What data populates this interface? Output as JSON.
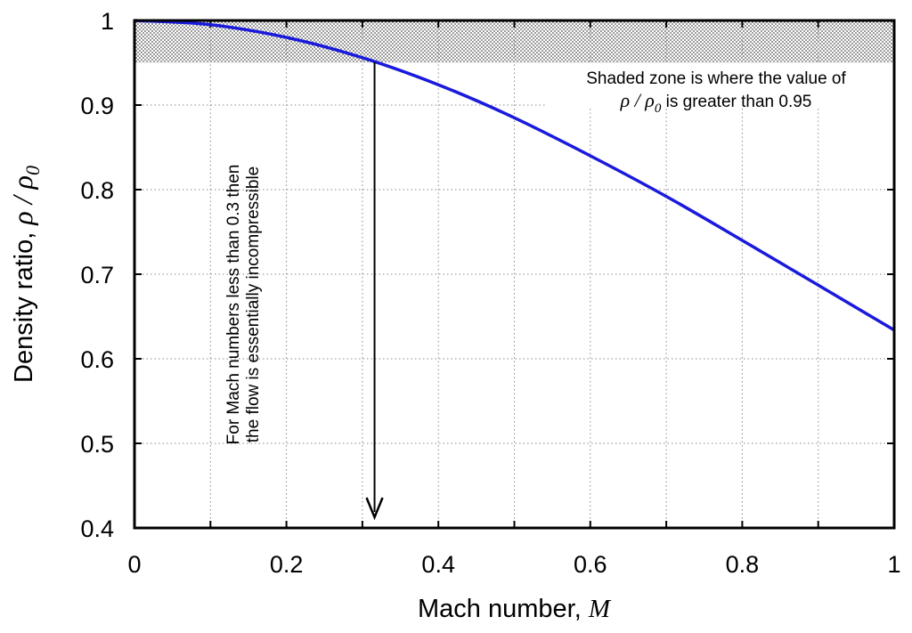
{
  "chart_data": {
    "type": "line",
    "title": "",
    "xlabel": "Mach number, M",
    "xlabel_text": "Mach number, ",
    "xlabel_symbol": "M",
    "ylabel_text": "Density ratio, ",
    "ylabel_symbol": "ρ / ρ",
    "ylabel_subscript": "0",
    "xlim": [
      0,
      1
    ],
    "ylim": [
      0.4,
      1
    ],
    "x_ticks": [
      0,
      0.1,
      0.2,
      0.3,
      0.4,
      0.5,
      0.6,
      0.7,
      0.8,
      0.9,
      1
    ],
    "x_tick_labels": [
      "0",
      "0.2",
      "0.4",
      "0.6",
      "0.8",
      "1"
    ],
    "x_tick_label_values": [
      0,
      0.2,
      0.4,
      0.6,
      0.8,
      1
    ],
    "y_ticks": [
      0.4,
      0.5,
      0.6,
      0.7,
      0.8,
      0.9,
      1
    ],
    "y_tick_labels": [
      "0.4",
      "0.5",
      "0.6",
      "0.7",
      "0.8",
      "0.9",
      "1"
    ],
    "grid": true,
    "shaded_region": {
      "y_from": 0.95,
      "y_to": 1.0
    },
    "series": [
      {
        "color": "#1a1adc",
        "x": [
          0,
          0.1,
          0.2,
          0.3,
          0.4,
          0.5,
          0.6,
          0.7,
          0.8,
          0.9,
          1.0
        ],
        "y": [
          1.0,
          0.995,
          0.98,
          0.956,
          0.924,
          0.885,
          0.84,
          0.792,
          0.74,
          0.687,
          0.634
        ]
      }
    ],
    "arrow": {
      "x": 0.316,
      "y_start": 0.951,
      "y_end": 0.4
    },
    "annotations": {
      "shaded_note_line1": "Shaded zone is where the value of",
      "shaded_note_symbol": "ρ / ρ",
      "shaded_note_subscript": "0",
      "shaded_note_rest": " is greater than 0.95",
      "arrow_note_line1": "For Mach numbers less than 0.3 then",
      "arrow_note_line2": "the flow is essentially incompressible"
    }
  }
}
